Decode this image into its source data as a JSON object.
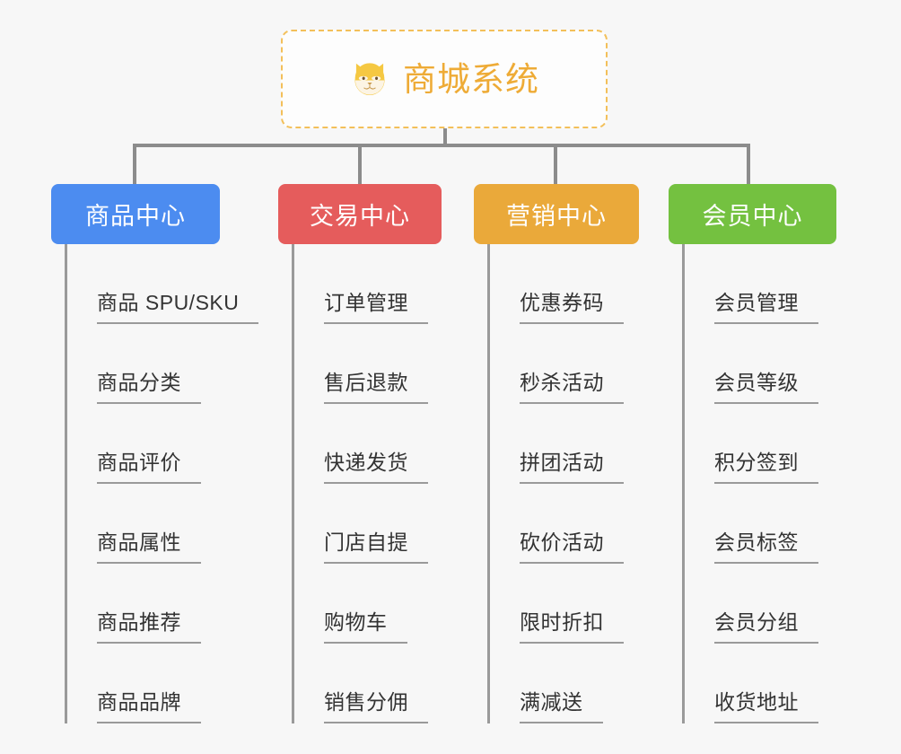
{
  "background_color": "#f7f7f7",
  "root": {
    "title": "商城系统",
    "icon": "shiba-dog-face-icon",
    "border_color": "#f3c05a",
    "text_color": "#eeab36",
    "background": "#fdfdfd"
  },
  "connector": {
    "color": "#8c8c8c"
  },
  "categories": [
    {
      "label": "商品中心",
      "color": "#4c8cf0",
      "items": [
        "商品 SPU/SKU",
        "商品分类",
        "商品评价",
        "商品属性",
        "商品推荐",
        "商品品牌"
      ]
    },
    {
      "label": "交易中心",
      "color": "#e55c5c",
      "items": [
        "订单管理",
        "售后退款",
        "快递发货",
        "门店自提",
        "购物车",
        "销售分佣"
      ]
    },
    {
      "label": "营销中心",
      "color": "#eaa93a",
      "items": [
        "优惠券码",
        "秒杀活动",
        "拼团活动",
        "砍价活动",
        "限时折扣",
        "满减送"
      ]
    },
    {
      "label": "会员中心",
      "color": "#74c140",
      "items": [
        "会员管理",
        "会员等级",
        "积分签到",
        "会员标签",
        "会员分组",
        "收货地址"
      ]
    }
  ]
}
